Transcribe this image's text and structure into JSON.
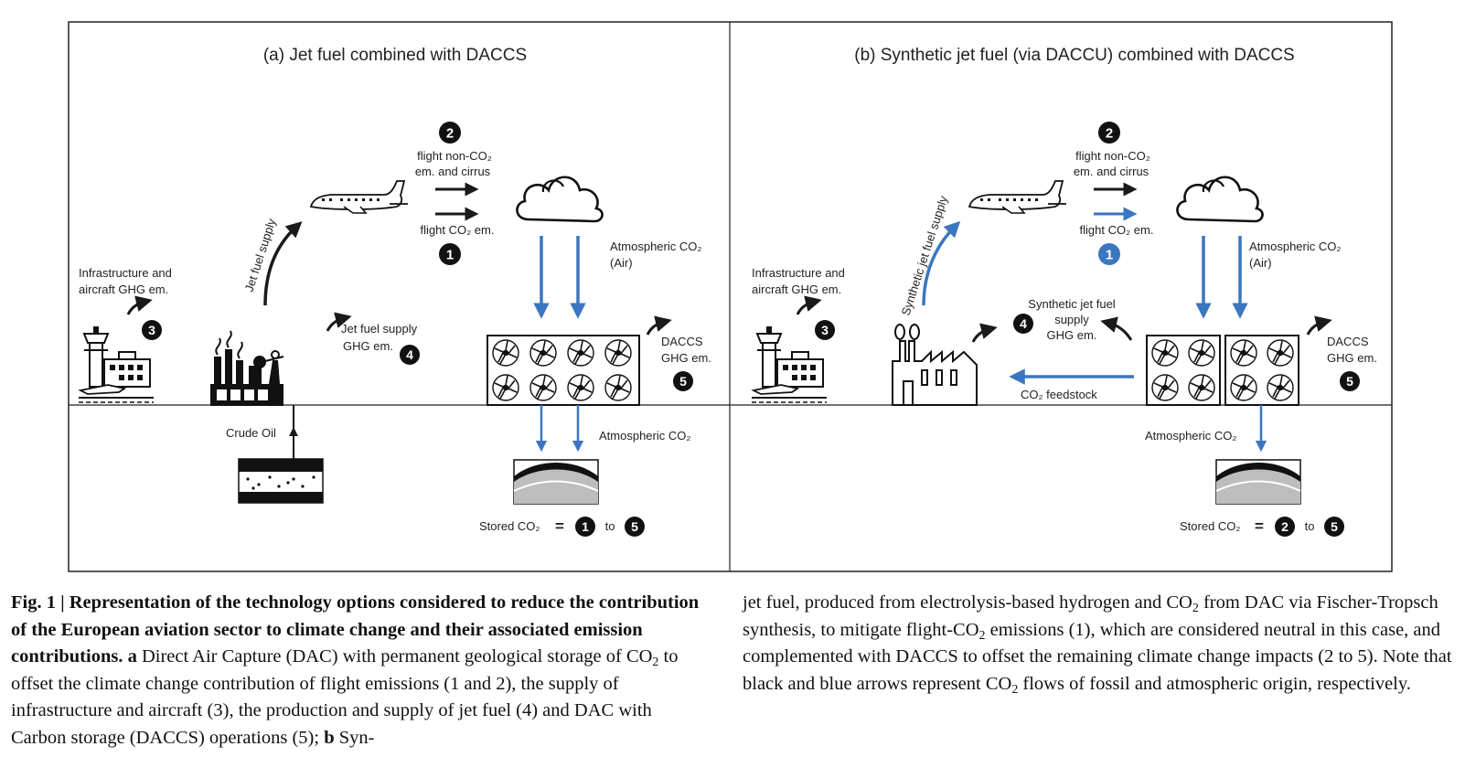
{
  "panel_a": {
    "title": "(a) Jet fuel combined with DACCS",
    "flight_nonco2": [
      "flight non-CO₂",
      "em. and cirrus"
    ],
    "flight_co2": "flight CO₂ em.",
    "atm_co2_air": [
      "Atmospheric CO₂",
      "(Air)"
    ],
    "infra": [
      "Infrastructure and",
      "aircraft GHG em."
    ],
    "jet_fuel_supply": "Jet fuel supply",
    "jet_fuel_supply_ghg": [
      "Jet fuel supply",
      "GHG em."
    ],
    "daccs_ghg": [
      "DACCS",
      "GHG em."
    ],
    "crude_oil": "Crude Oil",
    "atm_co2": "Atmospheric CO₂",
    "stored_co2": "Stored CO₂",
    "eq": "=",
    "to": "to",
    "range_start": "1",
    "range_end": "5"
  },
  "panel_b": {
    "title": "(b) Synthetic jet fuel (via DACCU) combined with DACCS",
    "flight_nonco2": [
      "flight non-CO₂",
      "em. and cirrus"
    ],
    "flight_co2": "flight CO₂ em.",
    "atm_co2_air": [
      "Atmospheric CO₂",
      "(Air)"
    ],
    "infra": [
      "Infrastructure and",
      "aircraft GHG em."
    ],
    "synthetic_jet_fuel_supply": "Synthetic jet fuel supply",
    "synthetic_supply_ghg": [
      "Synthetic jet fuel",
      "supply",
      "GHG em."
    ],
    "daccs_ghg": [
      "DACCS",
      "GHG em."
    ],
    "co2_feedstock": "CO₂ feedstock",
    "atm_co2": "Atmospheric CO₂",
    "stored_co2": "Stored CO₂",
    "eq": "=",
    "to": "to",
    "range_start": "2",
    "range_end": "5"
  },
  "badges": {
    "n1": "1",
    "n2": "2",
    "n3": "3",
    "n4": "4",
    "n5": "5"
  },
  "colors": {
    "fossil": "#1a1a1a",
    "atmospheric": "#3b76c0"
  },
  "caption": {
    "fig_label": "Fig. 1 | ",
    "bold": "Representation of the technology options considered to reduce the contribution of the European aviation sector to climate change and their associated emission contributions.",
    "a_label": "a",
    "a_text_1": "Direct Air Capture (DAC) with permanent geological storage of CO",
    "a_text_2": " to offset the climate change contribution of flight emissions (1 and 2), the supply of infrastructure and aircraft (3), the production and supply of jet fuel (4) and DAC with Carbon storage (DACCS) operations (5); ",
    "b_label": "b",
    "b_text_1": "Syn-",
    "right_1": "jet fuel, produced from electrolysis-based hydrogen and CO",
    "right_2": " from DAC via Fischer-Tropsch synthesis, to mitigate flight-CO",
    "right_3": " emissions (1), which are considered neutral in this case, and complemented with DACCS to offset the remaining climate change impacts (2 to 5). Note that black and blue arrows represent CO",
    "right_4": " flows of fossil and atmospheric origin, respectively.",
    "sub2": "2"
  }
}
